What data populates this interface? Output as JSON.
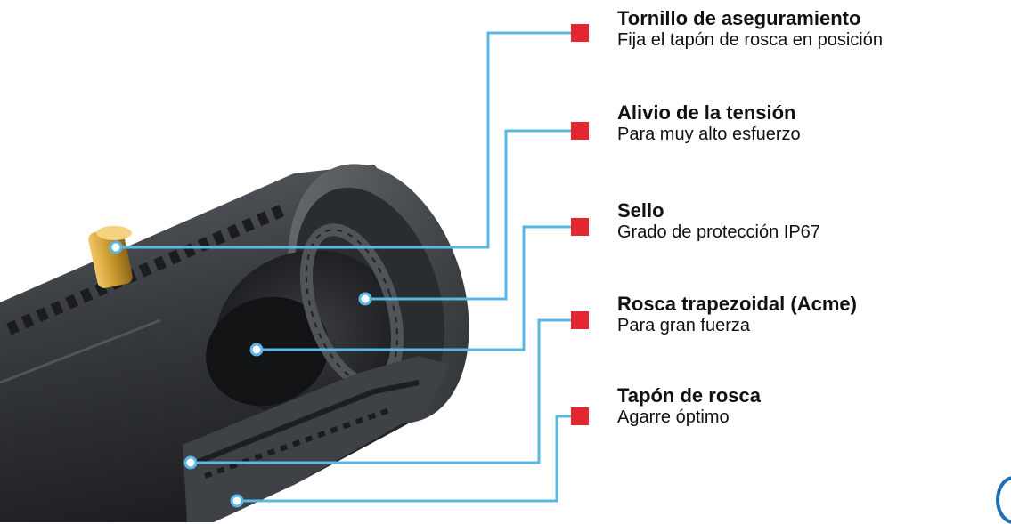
{
  "callouts": [
    {
      "title": "Tornillo de aseguramiento",
      "description": "Fija el tapón de rosca en posición"
    },
    {
      "title": "Alivio de la tensión",
      "description": "Para muy alto esfuerzo"
    },
    {
      "title": "Sello",
      "description": "Grado de protección IP67"
    },
    {
      "title": "Rosca trapezoidal (Acme)",
      "description": "Para gran fuerza"
    },
    {
      "title": "Tapón de rosca",
      "description": "Agarre óptimo"
    }
  ],
  "colors": {
    "leader_line": "#5bb8e4",
    "marker": "#e32630",
    "body_dark": "#2b2e31",
    "body_mid": "#45494d",
    "brass_screw": "#c99a2e"
  }
}
